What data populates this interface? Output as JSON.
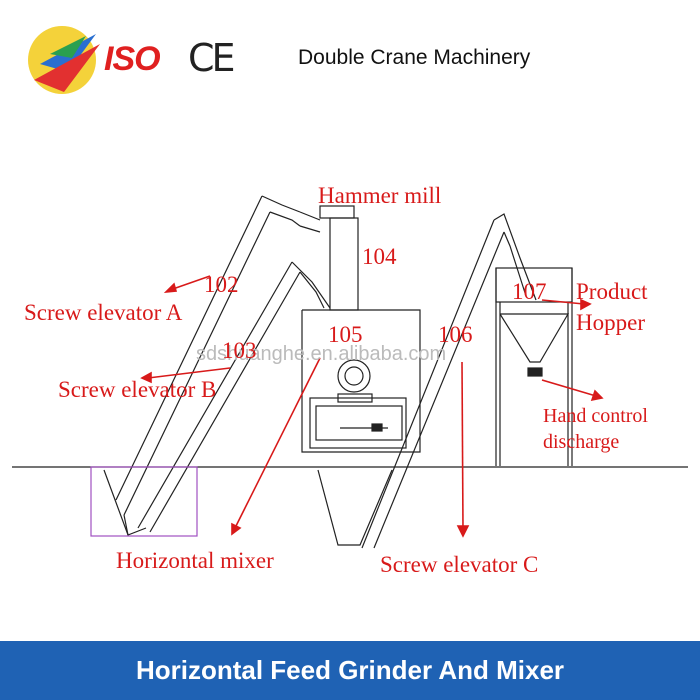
{
  "header": {
    "iso_mark": "ISO",
    "ce_mark": "CE",
    "brand": "Double Crane Machinery"
  },
  "diagram": {
    "watermark": "sdshuanghe.en.alibaba.com",
    "labels": {
      "hammer_mill": "Hammer mill",
      "n104": "104",
      "n102": "102",
      "screw_a": "Screw elevator A",
      "n103": "103",
      "screw_b": "Screw elevator B",
      "n105": "105",
      "n106": "106",
      "n107": "107",
      "product": "Product",
      "hopper": "Hopper",
      "hand_control": "Hand control",
      "discharge": "discharge",
      "horizontal_mixer": "Horizontal mixer",
      "screw_c": "Screw elevator C"
    }
  },
  "footer": {
    "title": "Horizontal Feed Grinder And Mixer"
  },
  "colors": {
    "label_red": "#d81a1a",
    "footer_blue": "#1f62b4",
    "pit_purple": "#a050c0"
  }
}
